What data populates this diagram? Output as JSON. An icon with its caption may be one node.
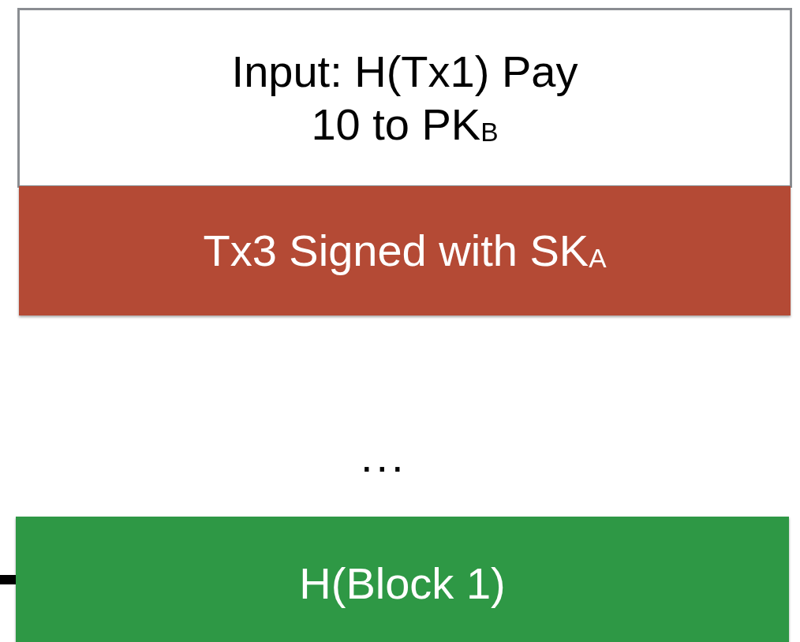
{
  "diagram": {
    "nodes": [
      {
        "text": [
          "Input: H(Tx1) Pay 10 to PK$_{B}$"
        ]
      },
      {
        "text": [
          "Tx3 Signed with SK$_{A}$"
        ]
      },
      {
        "text": [
          "H(Block 1)"
        ]
      }
    ],
    "edges": [
      {
        "from": null,
        "to": 2,
        "arrow": "none"
      }
    ],
    "labels": [
      "..."
    ]
  }
}
